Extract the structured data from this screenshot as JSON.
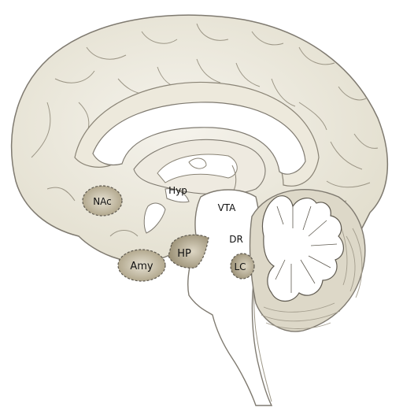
{
  "labels": {
    "nac": "NAc",
    "hyp": "Hyp",
    "vta": "VTA",
    "dr": "DR",
    "hp": "HP",
    "amy": "Amy",
    "lc": "LC"
  },
  "colors": {
    "cortex_fill": "#e8e4d6",
    "cortex_center": "#f3f1e9",
    "outline": "#7f7a70",
    "white_matter": "#ffffff",
    "region_fill": "#b8ad92",
    "region_edge": "#5f5a50",
    "cerebellum_fill": "#ddd8c8",
    "brainstem_fill": "#ffffff"
  }
}
